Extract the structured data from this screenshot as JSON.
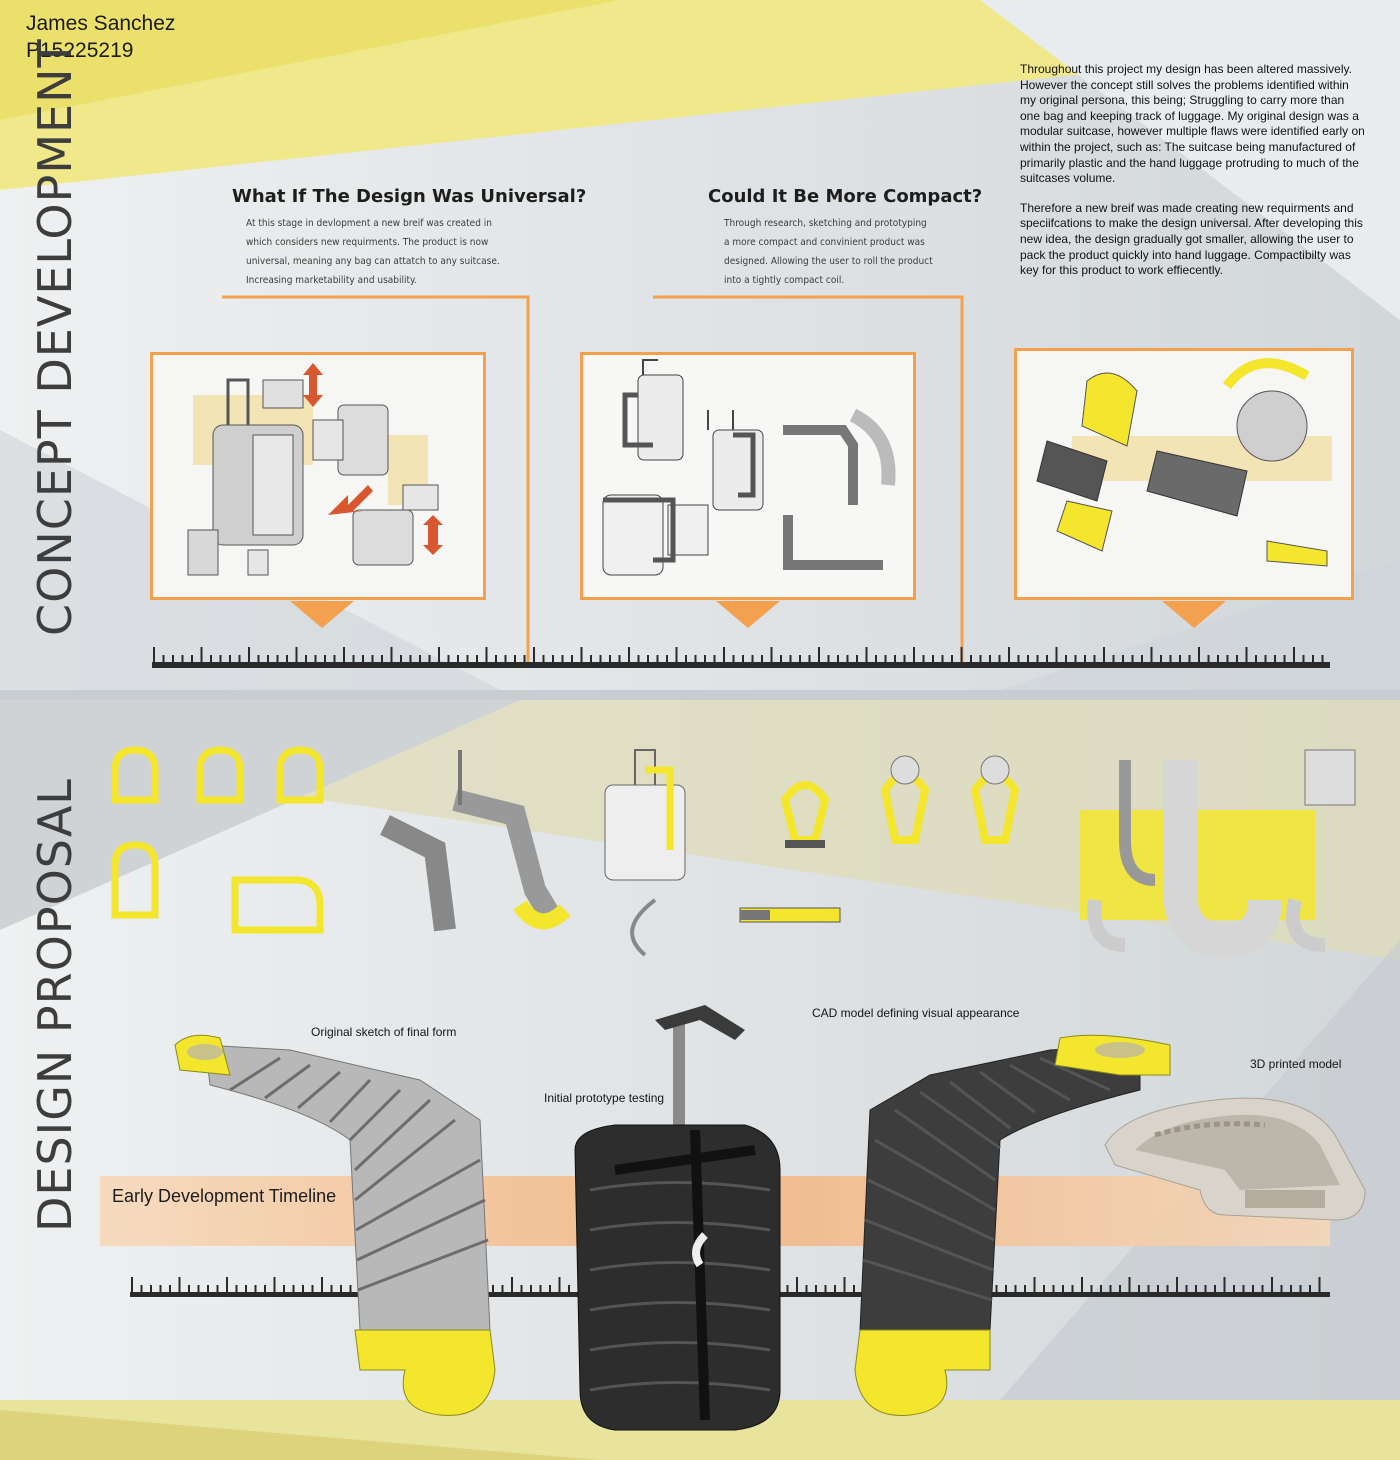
{
  "author": {
    "name": "James Sanchez",
    "id": "P15225219"
  },
  "sections": {
    "concept": "CONCEPT DEVELOPMENT",
    "proposal": "DESIGN PROPOSAL"
  },
  "concept_cards": [
    {
      "heading": "What If The Design Was Universal?",
      "text": "At this stage in devlopment a new breif was created in which considers new requirments. The product is now universal, meaning any bag can attatch to any suitcase. Increasing marketability and usability."
    },
    {
      "heading": "Could It Be More Compact?",
      "text": "Through research, sketching and prototyping a more compact and convinient product was designed. Allowing the user to roll the product into a tightly compact coil."
    }
  ],
  "intro": {
    "paragraph1": "Throughout this project my design has been altered massively. However the concept still solves the problems identified within my original persona, this being; Struggling to carry more than one bag and keeping track of luggage. My original design was a modular suitcase, however multiple flaws were identified early on within the project, such as: The suitcase being manufactured of primarily plastic and the hand luggage protruding to much of the suitcases volume.",
    "paragraph2": "Therefore a new breif was made creating new requirments and speciifcations to make the design universal. After developing this new idea, the design gradually got smaller, allowing the user to pack the product quickly into hand luggage. Compactibilty was key for this product to work effiecently."
  },
  "captions": {
    "original_sketch": "Original sketch of final form",
    "prototype": "Initial prototype testing",
    "cad": "CAD model defining visual appearance",
    "printed": "3D printed model",
    "timeline": "Early Development Timeline"
  },
  "colors": {
    "accent_orange": "#f3a04f",
    "accent_yellow": "#f2e06a",
    "product_yellow": "#f3e82a",
    "background_grey": "#dfe3e6"
  }
}
